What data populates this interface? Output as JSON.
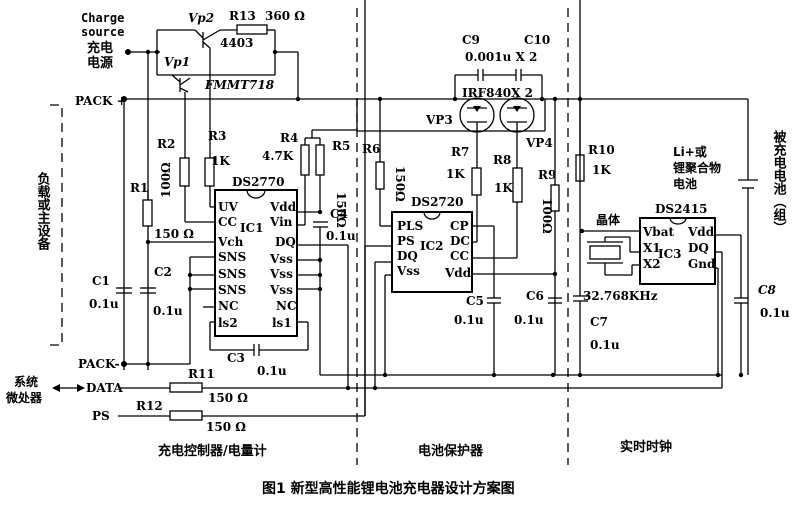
{
  "title": "图1   新型高性能锂电池充电器设计方案图",
  "sections": {
    "charger": "充电控制器/电量计",
    "protector": "电池保护器",
    "rtc": "实时时钟",
    "load": "负载或主设备",
    "battery": "被充电电池（组）",
    "battery_type_1": "Li+或",
    "battery_type_2": "锂聚合物",
    "battery_type_3": "电池"
  },
  "terminals": {
    "charge_source_en_1": "Charge",
    "charge_source_en_2": "source",
    "charge_source_cn_1": "充电",
    "charge_source_cn_2": "电源",
    "pack_plus": "PACK +",
    "pack_minus": "PACK-",
    "data": "DATA",
    "ps": "PS",
    "micro_1": "系统",
    "micro_2": "微处器"
  },
  "transistors": {
    "vp1": "Vp1",
    "vp1_part": "FMMT718",
    "vp2": "Vp2",
    "vp2_part": "4403",
    "vp3": "VP3",
    "vp4": "VP4",
    "mosfet_part": "IRF840X 2"
  },
  "resistors": {
    "r1": "R1",
    "r1_val": "150 Ω",
    "r2": "R2",
    "r2_val": "100Ω",
    "r3": "R3",
    "r3_val": "1K",
    "r4": "R4",
    "r4_val": "4.7K",
    "r5": "R5",
    "r5_val": "150Ω",
    "r6": "R6",
    "r6_val": "150Ω",
    "r7": "R7",
    "r7_val": "1K",
    "r8": "R8",
    "r8_val": "1K",
    "r9": "R9",
    "r9_val": "100Ω",
    "r10": "R10",
    "r10_val": "1K",
    "r11": "R11",
    "r11_val": "150 Ω",
    "r12": "R12",
    "r12_val": "150 Ω",
    "r13": "R13",
    "r13_val": "360 Ω"
  },
  "capacitors": {
    "c1": "C1",
    "c1_val": "0.1u",
    "c2": "C2",
    "c2_val": "0.1u",
    "c3": "C3",
    "c3_val": "0.1u",
    "c4": "C4",
    "c4_val": "0.1u",
    "c5": "C5",
    "c5_val": "0.1u",
    "c6": "C6",
    "c6_val": "0.1u",
    "c7": "C7",
    "c7_val": "0.1u",
    "c8": "C8",
    "c8_val": "0.1u",
    "c9": "C9",
    "c10": "C10",
    "c9_c10_val": "0.001u X 2"
  },
  "crystal": {
    "label": "晶体",
    "freq": "32.768KHz"
  },
  "ic1": {
    "part": "DS2770",
    "name": "IC1",
    "left_pins": [
      "UV",
      "CC",
      "Vch",
      "SNS",
      "SNS",
      "SNS",
      "NC",
      "ls2"
    ],
    "right_pins": [
      "Vdd",
      "Vin",
      "DQ",
      "Vss",
      "Vss",
      "Vss",
      "NC",
      "ls1"
    ]
  },
  "ic2": {
    "part": "DS2720",
    "name": "IC2",
    "left_pins": [
      "PLS",
      "PS",
      "DQ",
      "Vss"
    ],
    "right_pins": [
      "CP",
      "DC",
      "CC",
      "Vdd"
    ]
  },
  "ic3": {
    "part": "DS2415",
    "name": "IC3",
    "left_pins": [
      "Vbat",
      "X1",
      "X2"
    ],
    "right_pins": [
      "Vdd",
      "DQ",
      "Gnd"
    ]
  }
}
